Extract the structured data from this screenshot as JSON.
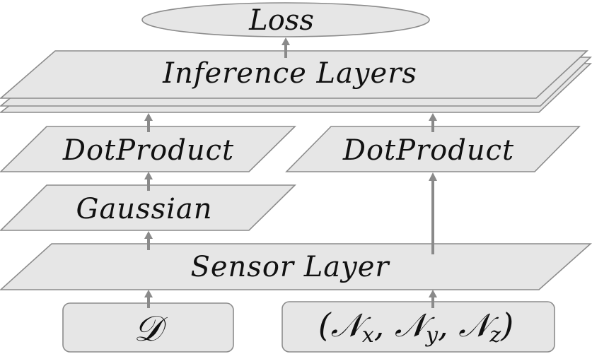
{
  "diagram": {
    "loss_label": "Loss",
    "inference_label": "Inference Layers",
    "dotproduct_left_label": "DotProduct",
    "dotproduct_right_label": "DotProduct",
    "gaussian_label": "Gaussian",
    "sensor_label": "Sensor Layer",
    "input_d_label": "𝒟",
    "input_n_label": {
      "open": "(",
      "n1": "𝒩",
      "sub1": "x",
      "sep1": ", ",
      "n2": "𝒩",
      "sub2": "y",
      "sep2": ", ",
      "n3": "𝒩",
      "sub3": "z",
      "close": ")"
    }
  },
  "colors": {
    "node_fill": "#e6e6e6",
    "node_stroke": "#8c8c8c",
    "arrow": "#8a8a8a",
    "text": "#111111"
  }
}
